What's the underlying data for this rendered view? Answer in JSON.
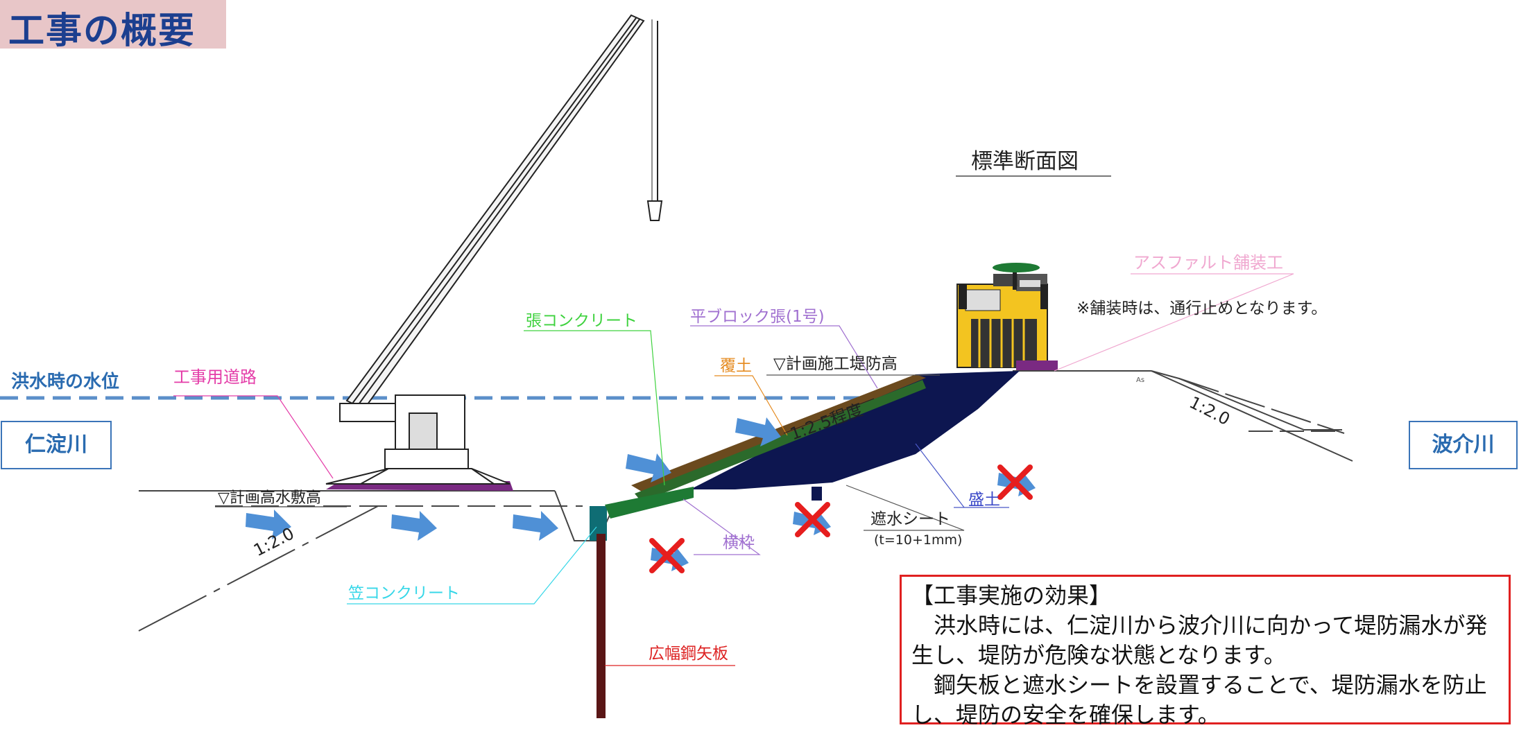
{
  "page": {
    "title": "工事の概要",
    "diagram_title": "標準断面図",
    "colors": {
      "title_bg": "#e8c6c8",
      "title_text": "#1c3f8f",
      "embankment": "#0d1650",
      "water_line": "#5b8fc9",
      "flow_arrow": "#4f90d6",
      "cross": "#e61e1e",
      "effect_border": "#e02020"
    }
  },
  "rivers": {
    "left": "仁淀川",
    "right": "波介川"
  },
  "labels": {
    "flood_level": "洪水時の水位",
    "construction_road": "工事用道路",
    "planned_riverbed": "▽計画高水敷高",
    "slope_left": "1:2.0",
    "concrete_cap": "笠コンクリート",
    "sheet_pile": "広幅鋼矢板",
    "paved_concrete": "張コンクリート",
    "flat_block": "平ブロック張(1号)",
    "cover_soil": "覆土",
    "planned_crest": "▽計画施工堤防高",
    "slope_main": "1:2.5程度",
    "horizontal_frame": "横枠",
    "water_sheet": "遮水シート",
    "water_sheet_spec": "(t=10+1mm)",
    "fill": "盛土",
    "slope_right": "1:2.0",
    "asphalt": "アスファルト舗装工",
    "paving_note": "※舗装時は、通行止めとなります。",
    "as_mark": "As"
  },
  "effect": {
    "heading": "【工事実施の効果】",
    "para1": "　洪水時には、仁淀川から波介川に向かって堤防漏水が発生し、堤防が危険な状態となります。",
    "para2": "　鋼矢板と遮水シートを設置することで、堤防漏水を防止し、堤防の安全を確保します。"
  },
  "icons": [
    "crane-icon",
    "paver-icon",
    "flow-arrow-icon",
    "blocked-cross-icon"
  ]
}
